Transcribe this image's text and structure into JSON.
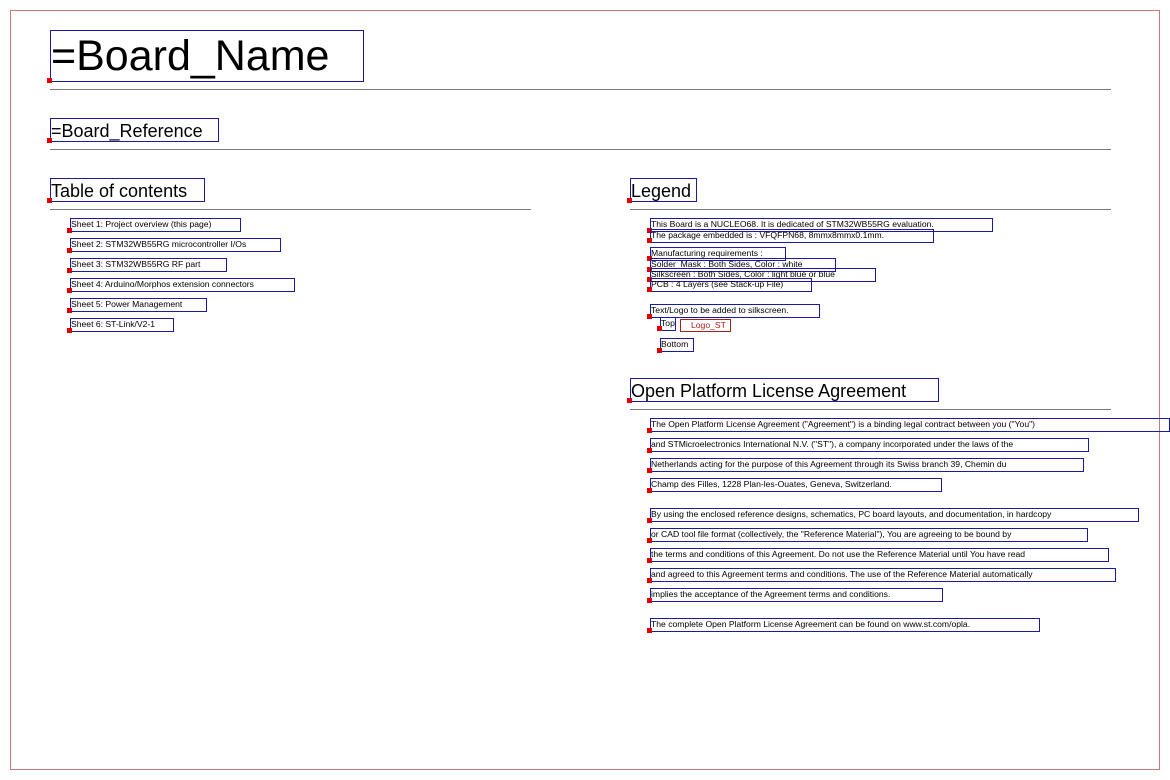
{
  "header": {
    "board_name": "=Board_Name",
    "board_reference": "=Board_Reference"
  },
  "toc": {
    "title": "Table of contents",
    "items": [
      "Sheet 1: Project overview (this page)",
      "Sheet 2: STM32WB55RG microcontroller I/Os",
      "Sheet 3: STM32WB55RG RF part",
      "Sheet 4: Arduino/Morphos extension connectors",
      "Sheet 5: Power Management",
      "Sheet 6: ST-Link/V2-1"
    ]
  },
  "legend": {
    "title": "Legend",
    "lines": [
      "This Board is a NUCLEO68. It is dedicated of STM32WB55RG evaluation.",
      "The package embedded  is : VFQFPN68, 8mmx8mmx0.1mm.",
      "Manufacturing requirements :",
      "Solder_Mask : Both Sides, Color : white",
      "Silkscreen : Both Sides, Color : light blue or blue",
      "PCB : 4 Layers (see Stack-up File)",
      "Text/Logo to be added to silkscreen."
    ],
    "top_label": "Top",
    "logo_label": "Logo_ST",
    "bottom_label": "Bottom"
  },
  "license": {
    "title": "Open Platform License Agreement",
    "para1": [
      "The Open Platform License Agreement (\"Agreement\") is a binding legal contract between you (\"You\")",
      "and STMicroelectronics International N.V. (\"ST\"), a company incorporated under the laws of the",
      "Netherlands acting for the purpose of this Agreement through its Swiss branch 39, Chemin du",
      "Champ des Filles, 1228 Plan-les-Ouates, Geneva, Switzerland."
    ],
    "para2": [
      "By using the enclosed reference designs, schematics, PC board layouts, and documentation, in hardcopy",
      "or CAD tool file format (collectively, the \"Reference Material\"), You are agreeing to be bound by",
      "the terms and conditions of this Agreement. Do not use the Reference Material until You have read",
      "and agreed to this Agreement terms and conditions. The use of the Reference Material automatically",
      "implies the acceptance of the Agreement terms and conditions."
    ],
    "para3": "The complete Open Platform License Agreement can be found on www.st.com/opla."
  }
}
